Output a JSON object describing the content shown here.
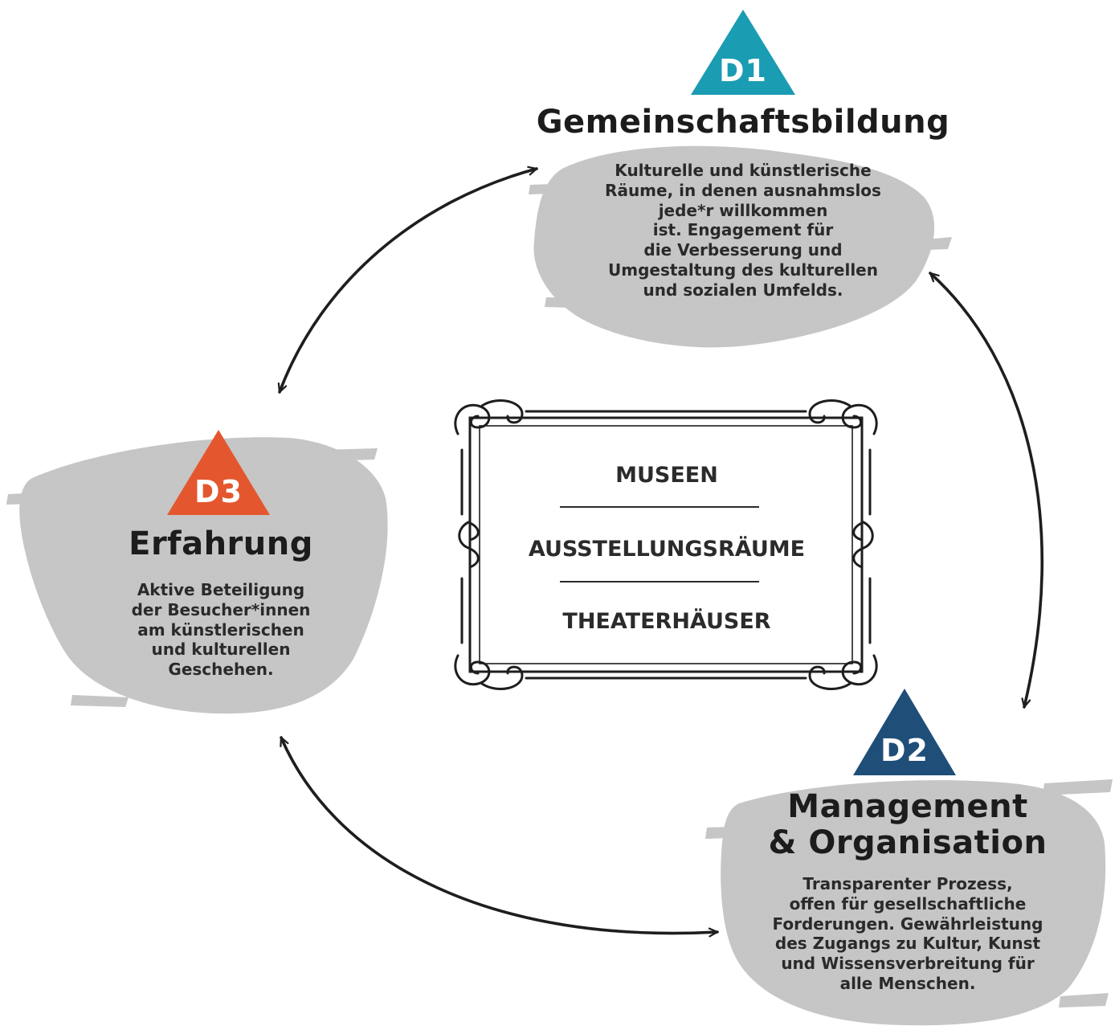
{
  "nodes": {
    "d1": {
      "badge": "D1",
      "title": "Gemeinschaftsbildung",
      "desc": [
        "Kulturelle und künstlerische",
        "Räume, in denen ausnahmslos",
        "jede*r willkommen",
        "ist. Engagement für",
        "die Verbesserung und",
        "Umgestaltung des kulturellen",
        "und sozialen Umfelds."
      ],
      "color": "#1a9cb3"
    },
    "d2": {
      "badge": "D2",
      "title": [
        "Management",
        "& Organisation"
      ],
      "desc": [
        "Transparenter Prozess,",
        "offen für gesellschaftliche",
        "Forderungen. Gewährleistung",
        "des Zugangs zu Kultur, Kunst",
        "und Wissensverbreitung für",
        "alle Menschen."
      ],
      "color": "#1f4e78"
    },
    "d3": {
      "badge": "D3",
      "title": "Erfahrung",
      "desc": [
        "Aktive Beteiligung",
        "der Besucher*innen",
        "am künstlerischen",
        "und kulturellen",
        "Geschehen."
      ],
      "color": "#e4572e"
    }
  },
  "center": {
    "items": [
      "MUSEEN",
      "AUSSTELLUNGSRÄUME",
      "THEATERHÄUSER"
    ]
  },
  "colors": {
    "ink": "#1e1e1e",
    "smudge": "#b5b5b5"
  }
}
